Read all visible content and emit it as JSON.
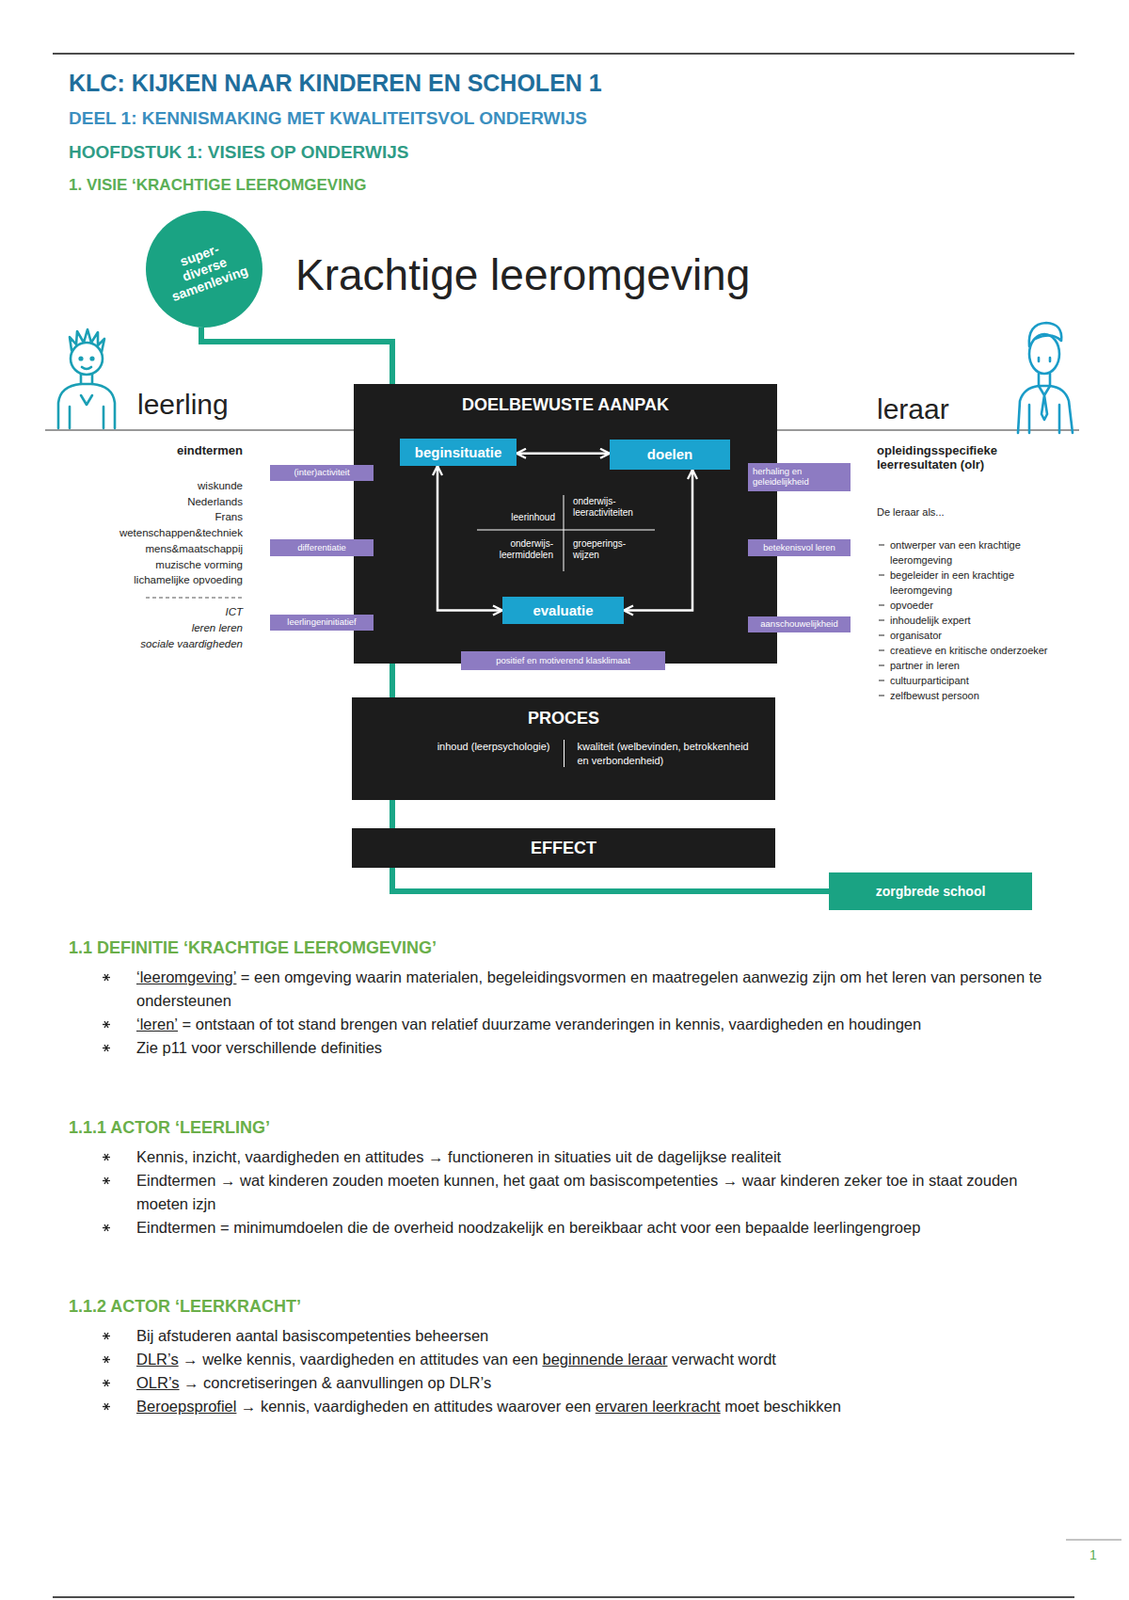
{
  "diagram": {
    "title": "KLC: KIJKEN NAAR KINDEREN EN SCHOLEN 1",
    "nodes": [
      {
        "text": [
          "super- diverse samenleving"
        ]
      },
      {
        "text": [
          "DOELBEWUSTE AANPAK"
        ]
      },
      {
        "text": [
          "beginsituatie"
        ],
        "in": 1
      },
      {
        "text": [
          "doelen"
        ],
        "in": 1
      },
      {
        "text": [
          "evaluatie"
        ],
        "in": 1
      },
      {
        "text": [
          "(inter)activiteit"
        ]
      },
      {
        "text": [
          "differentiatie"
        ]
      },
      {
        "text": [
          "leerlingeninitiatief"
        ]
      },
      {
        "text": [
          "herhaling en geleidelijkheid"
        ]
      },
      {
        "text": [
          "betekenisvol leren"
        ]
      },
      {
        "text": [
          "aanschouwelijkheid"
        ]
      },
      {
        "text": [
          "positief en motiverend klasklimaat"
        ]
      },
      {
        "text": [
          "PROCES",
          "inhoud (leerpsychologie)",
          "kwaliteit (welbevinden, betrokkenheid en verbondenheid)"
        ]
      },
      {
        "text": [
          "EFFECT"
        ]
      },
      {
        "text": [
          "zorgbrede school"
        ]
      }
    ],
    "edges": [
      {
        "from": 0,
        "to": 1,
        "arrow": "none"
      },
      {
        "from": 1,
        "to": 12,
        "arrow": "none"
      },
      {
        "from": 12,
        "to": 13,
        "arrow": "none"
      },
      {
        "from": 13,
        "to": 14,
        "arrow": "none"
      },
      {
        "from": 2,
        "to": 3,
        "arrow": "both"
      },
      {
        "from": 2,
        "to": 4,
        "arrow": "both"
      },
      {
        "from": 3,
        "to": 4,
        "arrow": "both"
      }
    ],
    "labels": [
      "DEEL 1: KENNISMAKING MET KWALITEITSVOL ONDERWIJS",
      "HOOFDSTUK 1: VISIES OP ONDERWIJS",
      "1. VISIE ‘KRACHTIGE LEEROMGEVING",
      "Krachtige leeromgeving",
      "leerling",
      "eindtermen",
      "wiskunde",
      "Nederlands",
      "Frans",
      "wetenschappen&techniek",
      "mens&maatschappij",
      "muzische vorming",
      "lichamelijke opvoeding",
      "ICT",
      "leren leren",
      "sociale vaardigheden",
      "leraar",
      "opleidingsspecifieke leerresultaten (olr)",
      "De leraar als...",
      "ontwerper van een krachtige leeromgeving",
      "begeleider in een krachtige leeromgeving",
      "opvoeder",
      "inhoudelijk expert",
      "organisator",
      "creatieve en kritische onderzoeker",
      "partner in leren",
      "cultuurparticipant",
      "zelfbewust persoon",
      "leerinhoud",
      "onderwijs- leeractiviteiten",
      "onderwijs- leermiddelen",
      "groeperings- wijzen",
      "1.1 DEFINITIE ‘KRACHTIGE LEEROMGEVING’",
      "‘leeromgeving’",
      "= een omgeving waarin materialen, begeleidingsvormen en maatregelen aanwezig zijn om het leren van personen te ondersteunen",
      "‘leren’",
      "= ontstaan of tot stand brengen van relatief duurzame veranderingen in kennis, vaardigheden en houdingen",
      "Zie p11 voor verschillende definities",
      "1.1.1 ACTOR ‘LEERLING’",
      "Kennis, inzicht, vaardigheden en attitudes → functioneren in situaties uit de dagelijkse realiteit",
      "Eindtermen → wat kinderen zouden moeten kunnen, het gaat om basiscompetenties → waar kinderen zeker toe in staat zouden moeten izjn",
      "Eindtermen = minimumdoelen die de overheid noodzakelijk en bereikbaar acht voor een bepaalde leerlingengroep",
      "1.1.2 ACTOR ‘LEERKRACHT’",
      "Bij afstuderen aantal basiscompetenties beheersen",
      "DLR’s",
      "→ welke kennis, vaardigheden en attitudes van een",
      "beginnende leraar",
      "verwacht wordt",
      "OLR’s",
      "→ concretiseringen & aanvullingen op DLR’s",
      "Beroepsprofiel",
      "→  kennis, vaardigheden en attitudes waarover een",
      "ervaren leerkracht",
      "moet beschikken",
      "1"
    ]
  }
}
